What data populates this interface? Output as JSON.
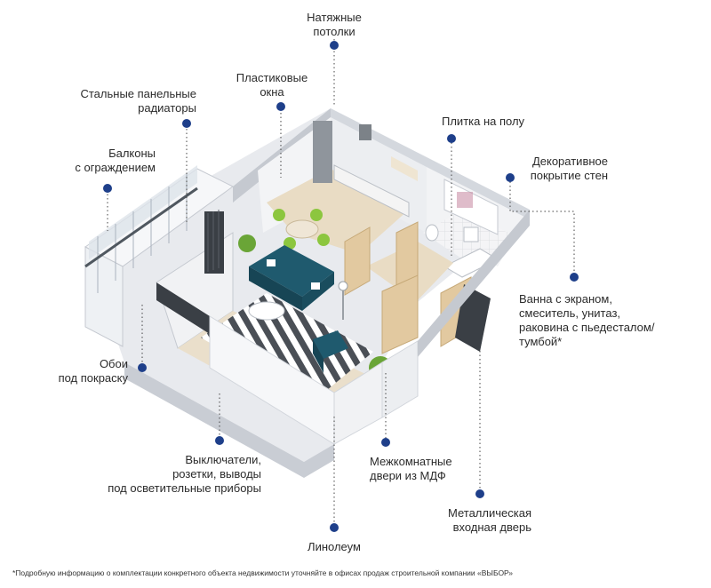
{
  "colors": {
    "accent": "#1e3f8a",
    "wall": "#f0f1f3",
    "wall_edge": "#c5c9d0",
    "floor_wood": "#e7d9c0",
    "rug_dark": "#4a4f56",
    "sofa": "#1f5a6e",
    "chairs": "#8cc63f"
  },
  "callouts": [
    {
      "id": "ceilings",
      "text": "Натяжные\nпотолки"
    },
    {
      "id": "windows",
      "text": "Пластиковые\nокна"
    },
    {
      "id": "radiators",
      "text": "Стальные панельные\nрадиаторы"
    },
    {
      "id": "floor-tiles",
      "text": "Плитка на полу"
    },
    {
      "id": "balconies",
      "text": "Балконы\nс ограждением"
    },
    {
      "id": "wall-coating",
      "text": "Декоративное\nпокрытие стен"
    },
    {
      "id": "bathroom",
      "text": "Ванна с экраном,\nсмеситель, унитаз,\nраковина с пьедесталом/\nтумбой*"
    },
    {
      "id": "wallpaper",
      "text": "Обои\nпод покраску"
    },
    {
      "id": "switches",
      "text": "Выключатели,\nрозетки, выводы\nпод осветительные приборы"
    },
    {
      "id": "doors",
      "text": "Межкомнатные\nдвери из МДФ"
    },
    {
      "id": "entrance-door",
      "text": "Металлическая\nвходная дверь"
    },
    {
      "id": "linoleum",
      "text": "Линолеум"
    }
  ],
  "footnote": "*Подробную информацию о комплектации конкретного объекта недвижимости уточняйте в офисах продаж строительной компании «ВЫБОР»"
}
